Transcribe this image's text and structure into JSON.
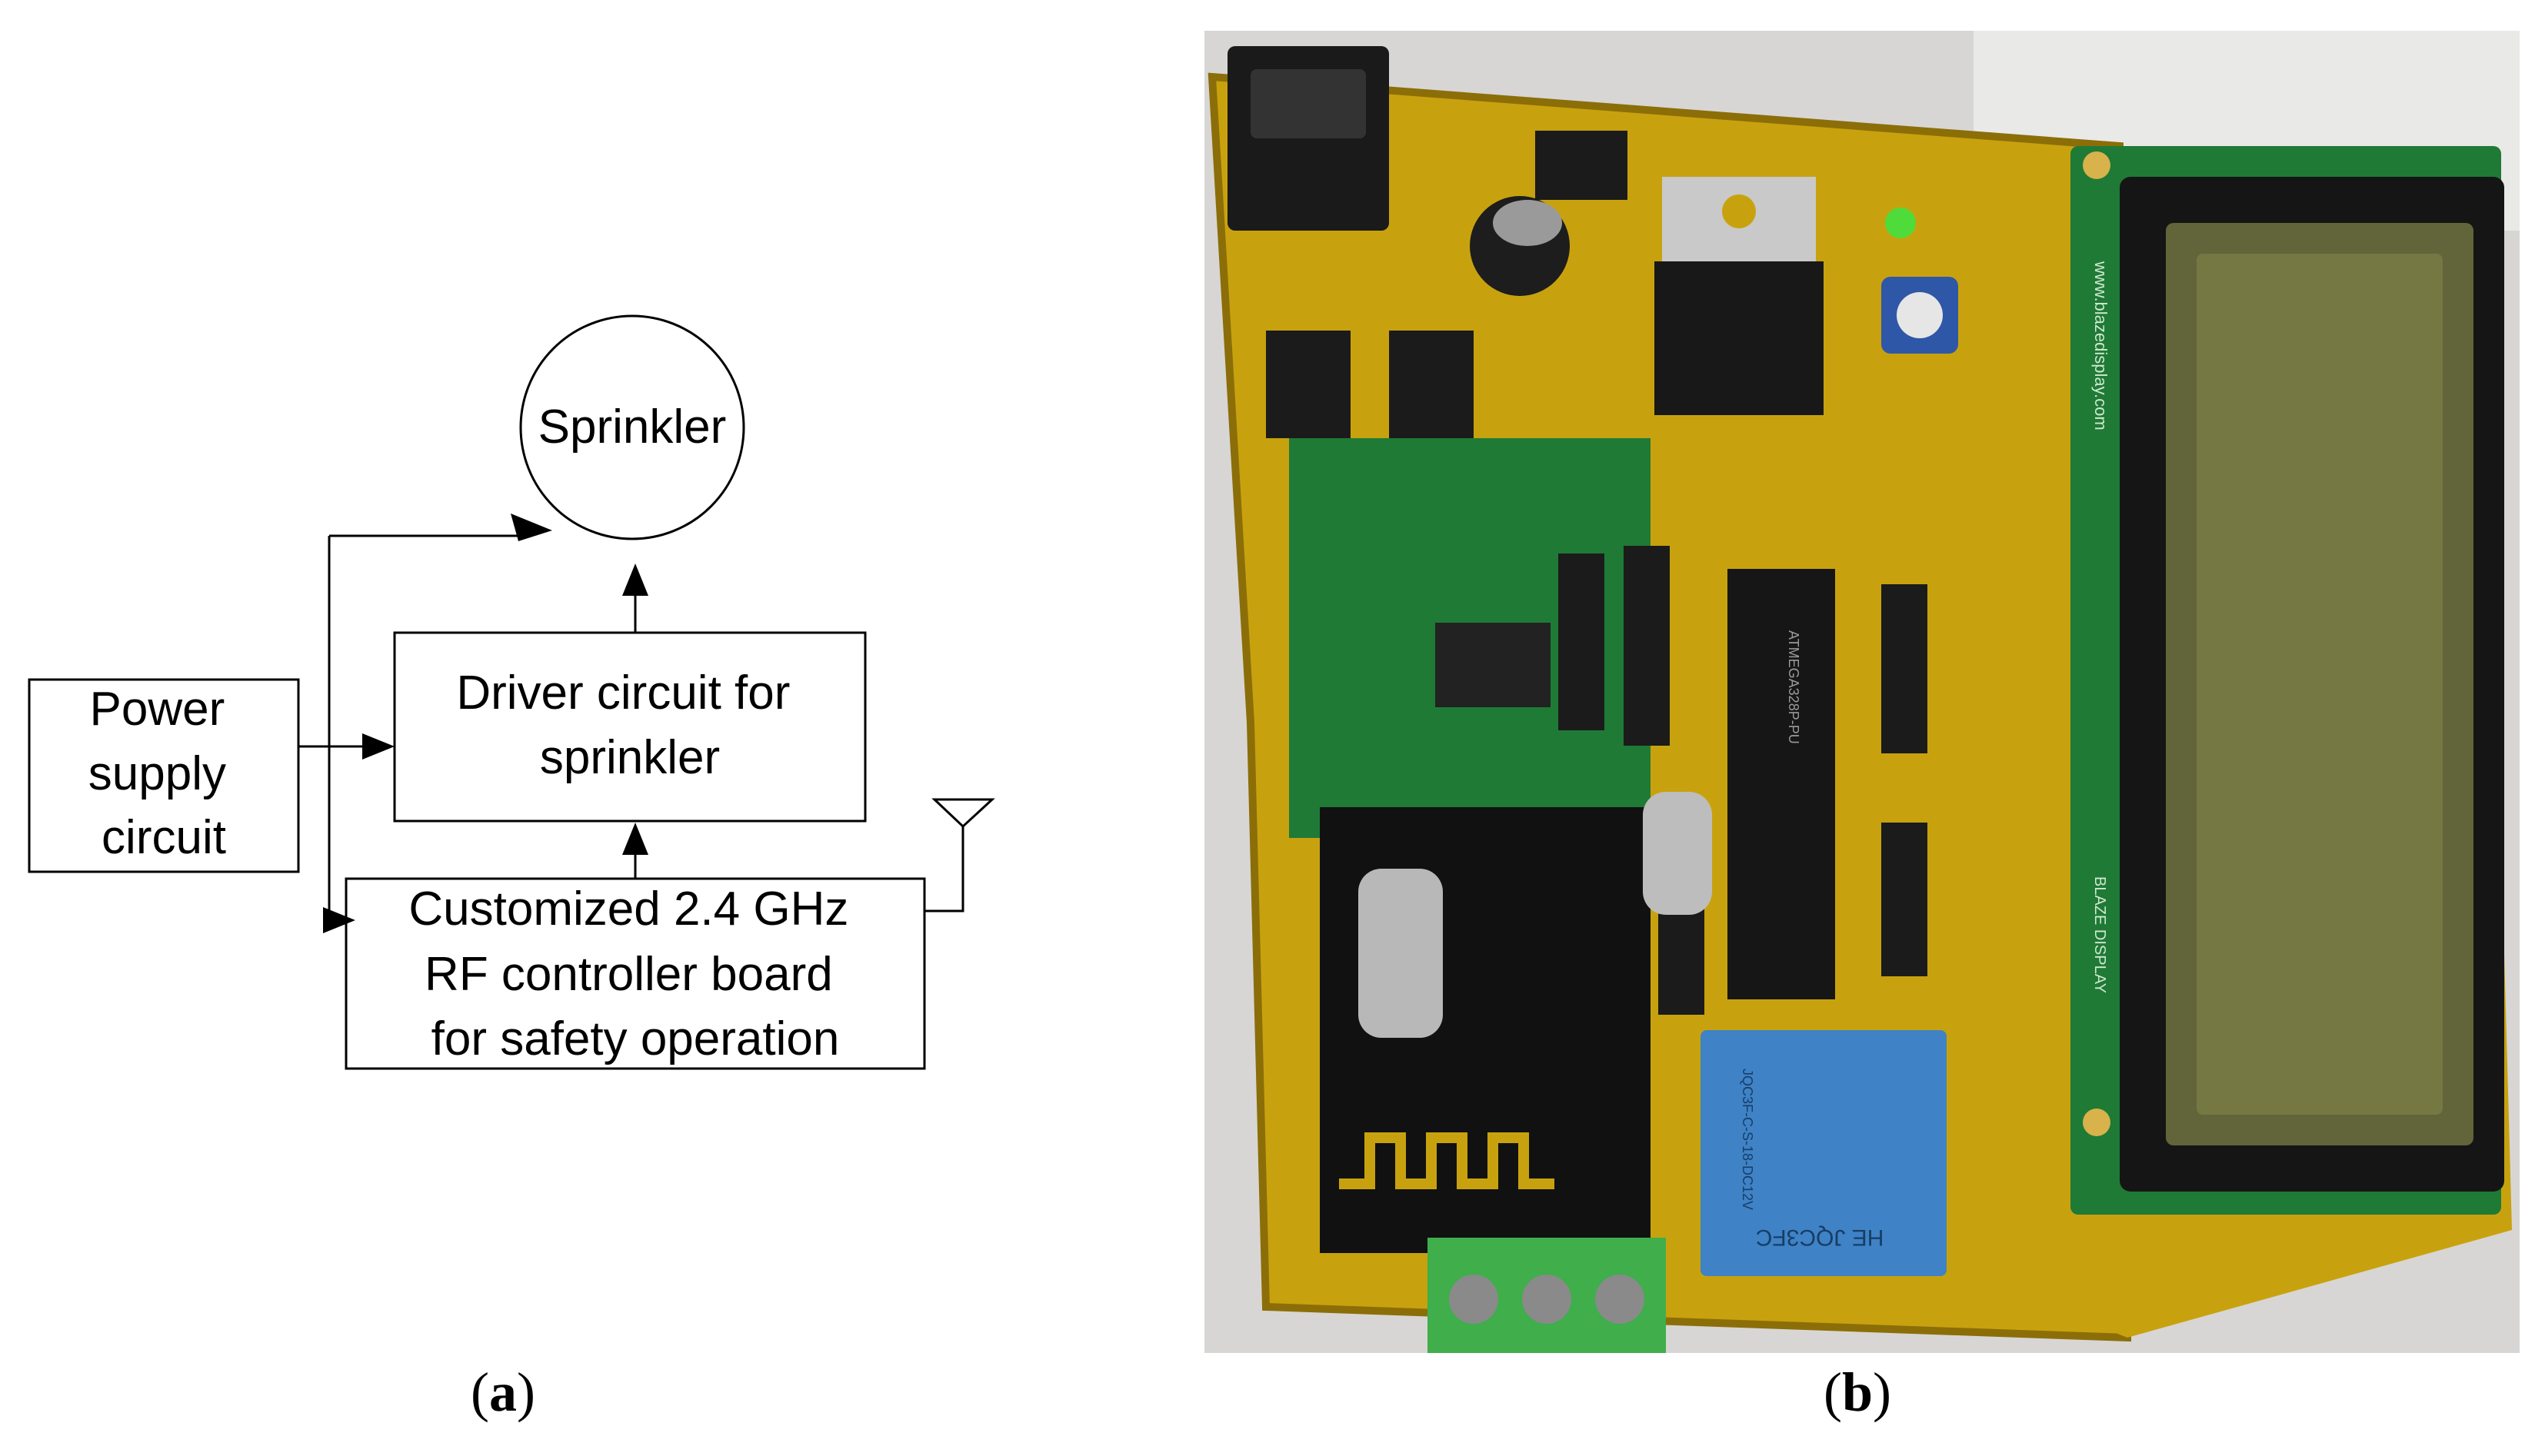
{
  "diagram": {
    "sprinkler_label": "Sprinkler",
    "power_supply_lines": [
      "Power",
      "supply",
      "circuit"
    ],
    "driver_lines": [
      "Driver circuit for",
      "sprinkler"
    ],
    "rf_lines": [
      "Customized 2.4 GHz",
      "RF controller board",
      "for safety operation"
    ]
  },
  "photo": {
    "lcd_side_text_1": "www.blazedisplay.com",
    "lcd_side_text_2": "BLAZE DISPLAY",
    "relay_text_1": "HE JQC3FC",
    "relay_text_2": "JQC3F-C-S-18-DC12V",
    "chip_text": "ATMEGA328P-PU"
  },
  "captions": {
    "a_open": "(",
    "a_letter": "a",
    "a_close": ")",
    "b_open": "(",
    "b_letter": "b",
    "b_close": ")"
  },
  "colors": {
    "pcb_yellow": "#c8a20e",
    "pcb_shadow": "#8c6e08",
    "green_board": "#1f7a36",
    "lcd_black": "#151515",
    "relay_blue": "#3f82c6",
    "terminal_green": "#3fae4b"
  }
}
